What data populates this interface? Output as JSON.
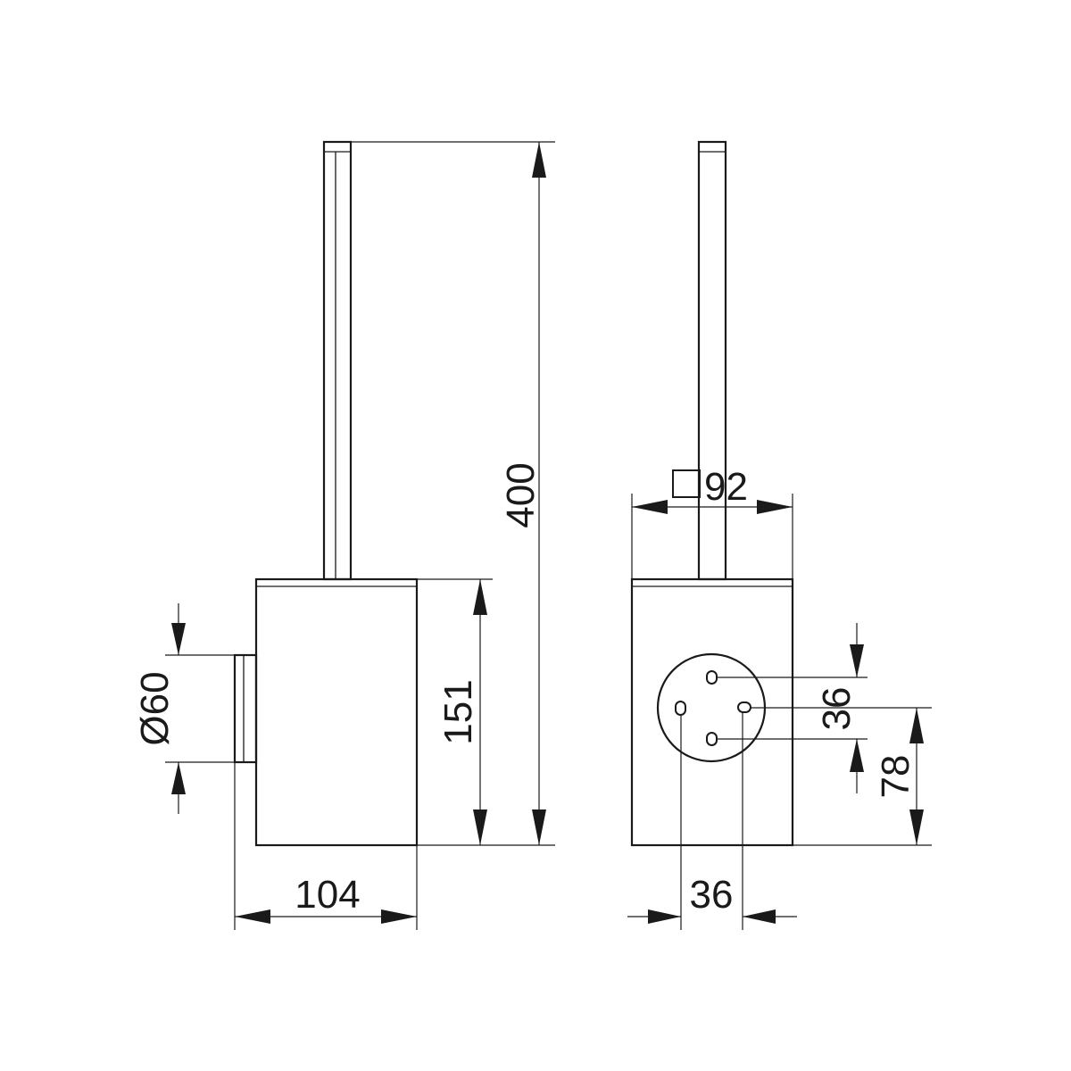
{
  "dimensions": {
    "total_height": "400",
    "body_height": "151",
    "mount_diameter": "Ø60",
    "depth": "104",
    "square_width": "92",
    "hole_spacing_vertical": "36",
    "mount_center_height": "78",
    "hole_spacing_horizontal": "36"
  },
  "icons": {
    "square_symbol": "square-symbol-icon"
  }
}
